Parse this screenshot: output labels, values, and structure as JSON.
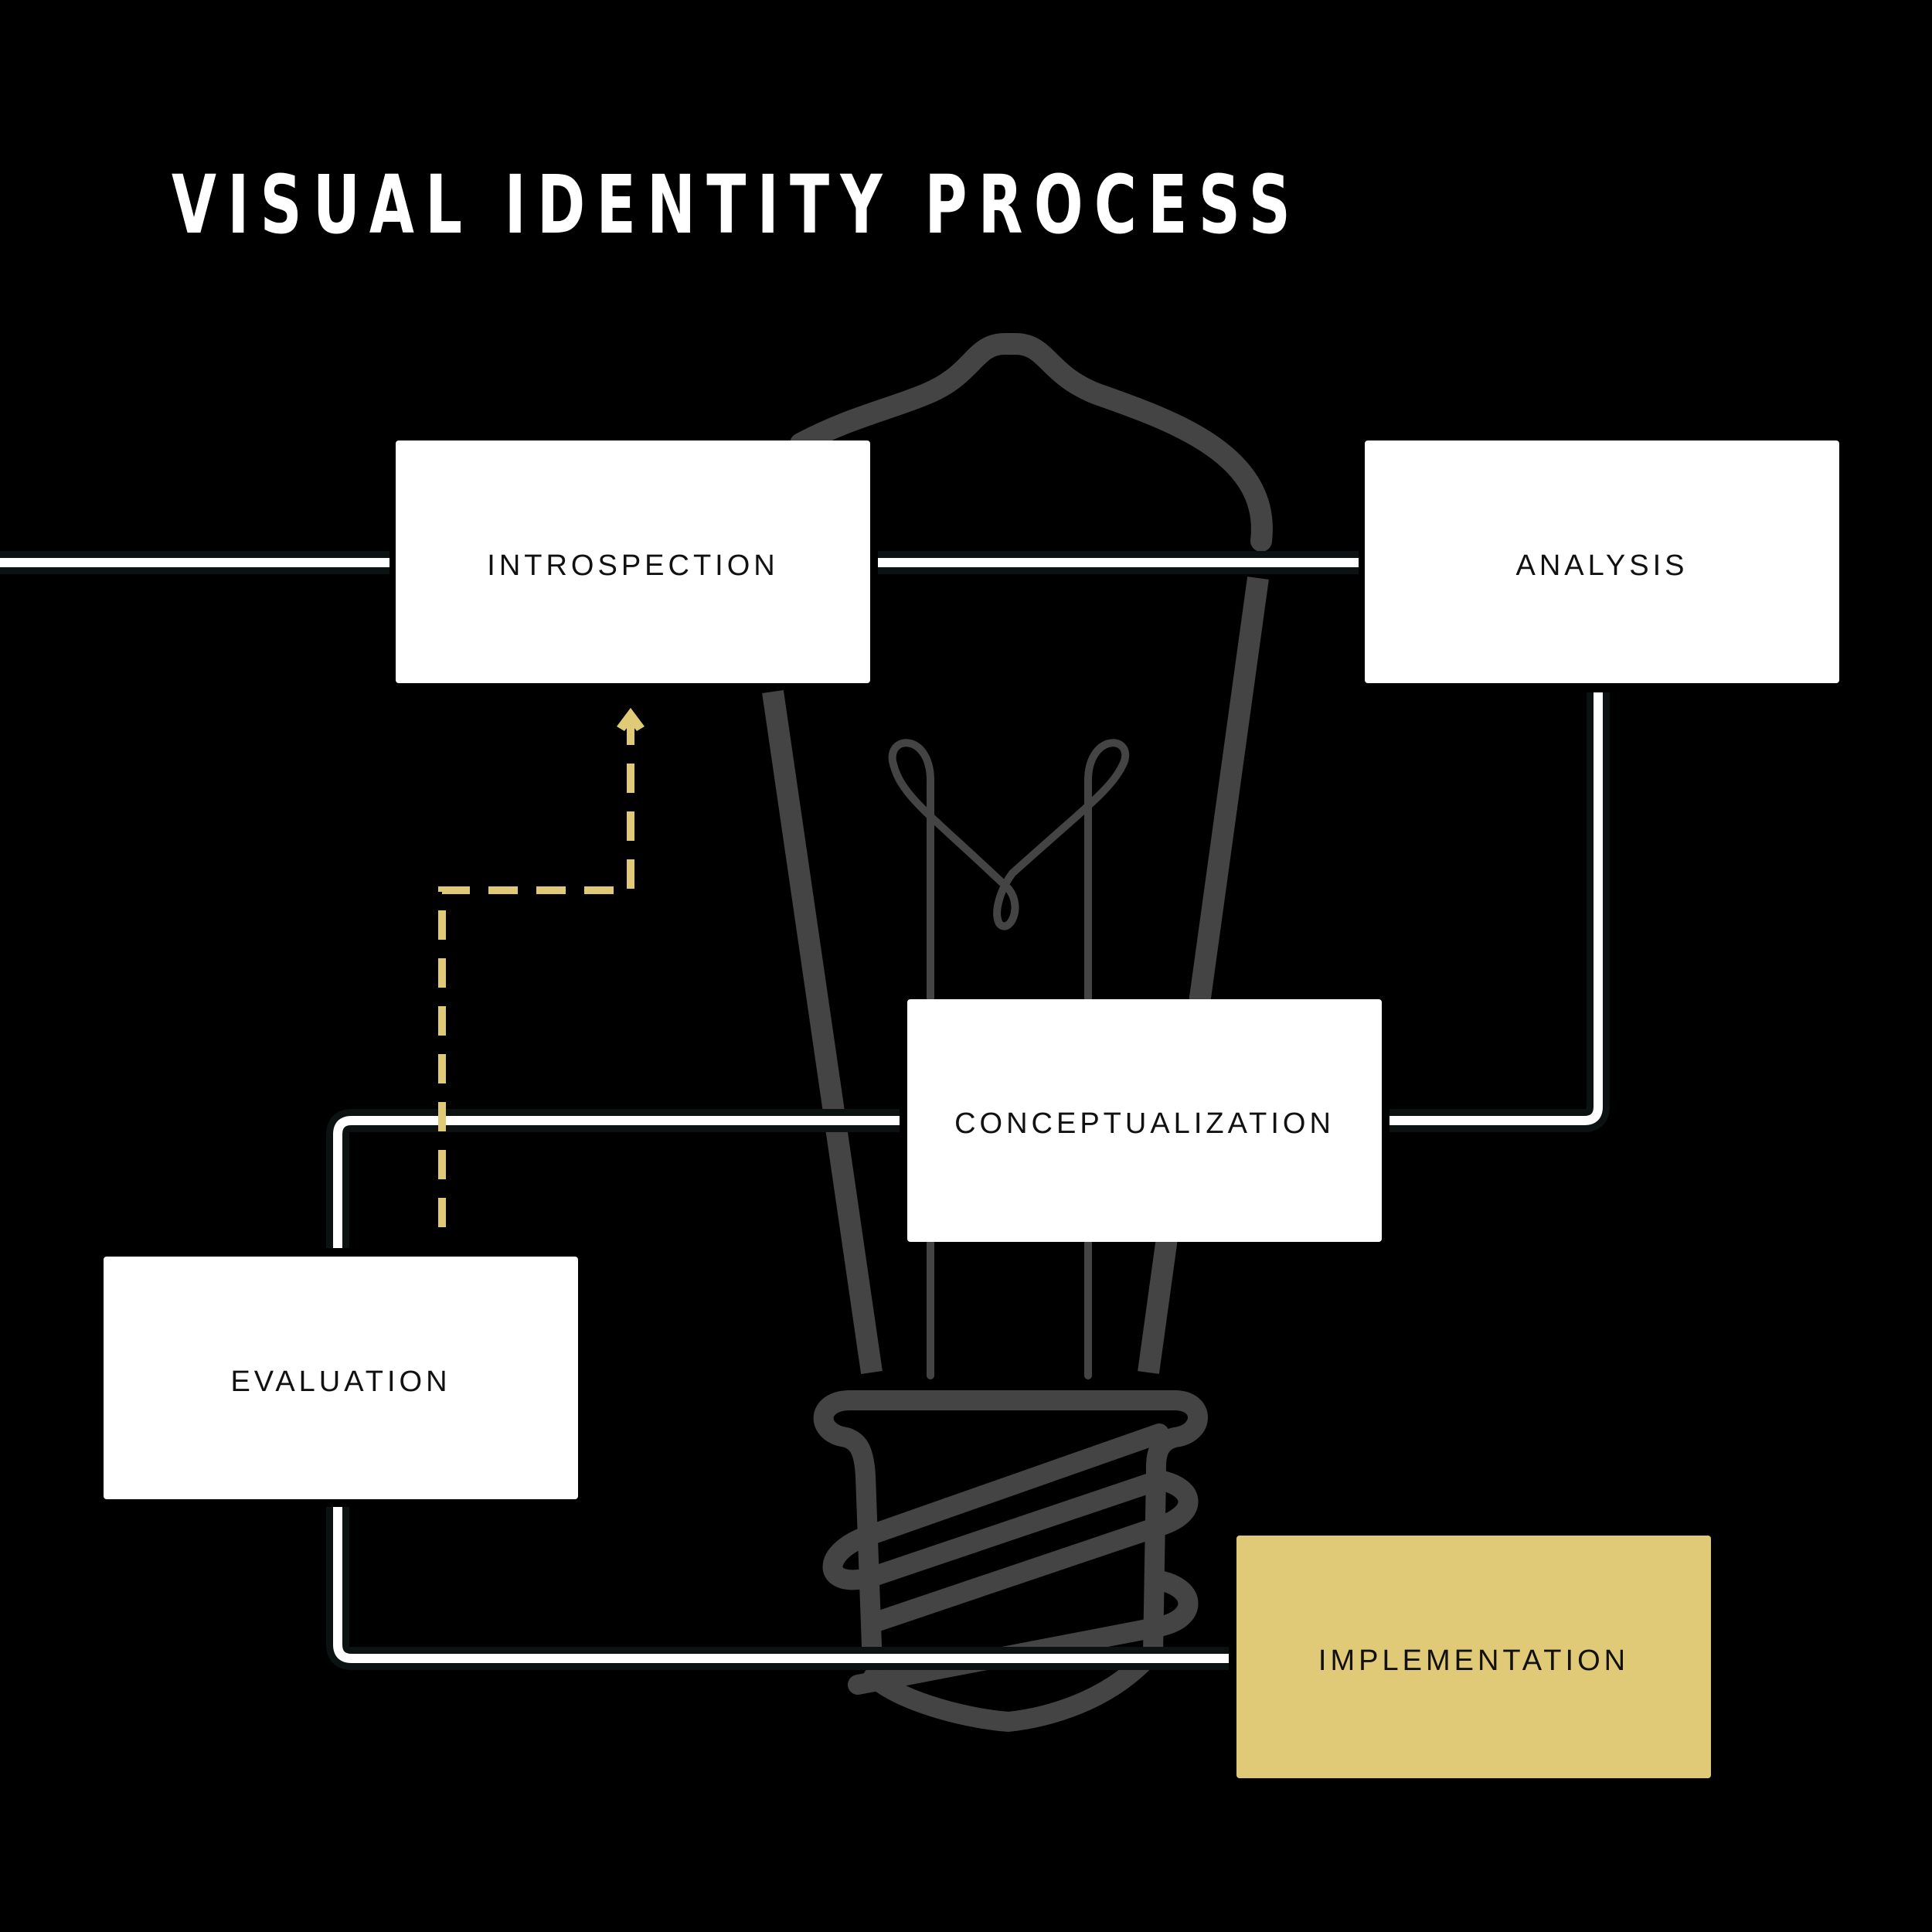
{
  "title": "VISUAL IDENTITY PROCESS",
  "colors": {
    "background": "#000000",
    "box": "#ffffff",
    "highlight_box": "#e0c977",
    "connector": "#ffffff",
    "feedback_arrow": "#e0c977",
    "bulb": "#444444"
  },
  "icons": {
    "background_illustration": "light-bulb-icon"
  },
  "stages": [
    {
      "label": "INTROSPECTION"
    },
    {
      "label": "ANALYSIS"
    },
    {
      "label": "CONCEPTUALIZATION"
    },
    {
      "label": "EVALUATION"
    },
    {
      "label": "IMPLEMENTATION"
    }
  ]
}
